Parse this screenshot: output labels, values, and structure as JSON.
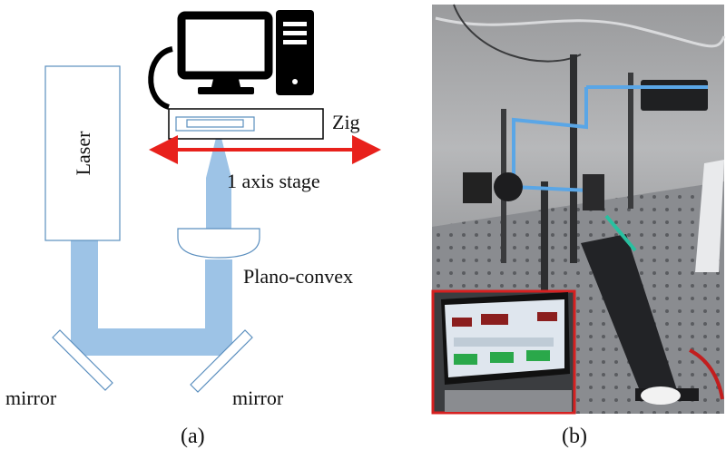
{
  "labels": {
    "laser": "Laser",
    "zig": "Zig",
    "stage": "1 axis stage",
    "lens": "Plano-convex",
    "mirror_left": "mirror",
    "mirror_right": "mirror",
    "caption_a": "(a)",
    "caption_b": "(b)"
  },
  "colors": {
    "beam": "#9dc3e6",
    "arrow": "#e8211c",
    "outline": "#5b8fbf",
    "inset_border": "#d62020"
  }
}
